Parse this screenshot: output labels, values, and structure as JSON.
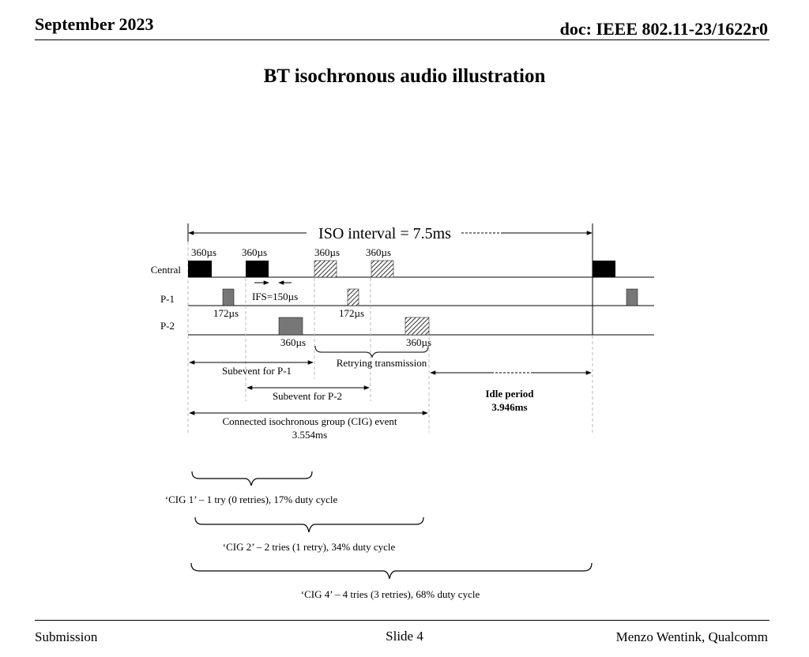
{
  "header": {
    "date": "September 2023",
    "doc_id": "doc: IEEE 802.11-23/1622r0"
  },
  "title": "BT isochronous audio illustration",
  "diagram": {
    "iso_interval": "ISO interval = 7.5ms",
    "rows": {
      "central": "Central",
      "p1": "P-1",
      "p2": "P-2"
    },
    "durations": {
      "central_1": "360µs",
      "central_2": "360µs",
      "central_3": "360µs",
      "central_4": "360µs",
      "ifs": "IFS=150µs",
      "p1_1": "172µs",
      "p1_2": "172µs",
      "p2_1": "360µs",
      "p2_2": "360µs"
    },
    "retrying": "Retrying transmission",
    "subevent_p1": "Subevent for P-1",
    "subevent_p2": "Subevent for P-2",
    "idle_label": "Idle period",
    "idle_value": "3.946ms",
    "cig_event_label": "Connected isochronous group (CIG) event",
    "cig_event_value": "3.554ms",
    "cig1": "‘CIG 1’ – 1 try (0 retries), 17% duty cycle",
    "cig2": "‘CIG 2’ – 2 tries (1 retry), 34% duty cycle",
    "cig4": "‘CIG 4’ – 4 tries (3 retries), 68% duty cycle"
  },
  "footer": {
    "left": "Submission",
    "center": "Slide 4",
    "right": "Menzo Wentink, Qualcomm"
  }
}
